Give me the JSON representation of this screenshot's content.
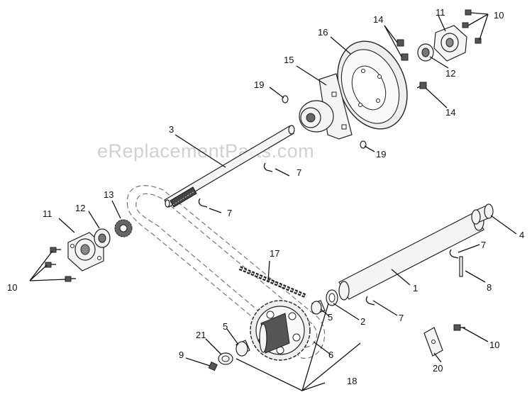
{
  "watermark": "eReplacementParts.com",
  "callouts": {
    "c1": "1",
    "c2": "2",
    "c3": "3",
    "c4": "4",
    "c5a": "5",
    "c5b": "5",
    "c6": "6",
    "c7a": "7",
    "c7b": "7",
    "c7c": "7",
    "c7d": "7",
    "c8": "8",
    "c9": "9",
    "c10a": "10",
    "c10b": "10",
    "c10c": "10",
    "c11a": "11",
    "c11b": "11",
    "c12a": "12",
    "c12b": "12",
    "c13": "13",
    "c14a": "14",
    "c14b": "14",
    "c15": "15",
    "c16": "16",
    "c17": "17",
    "c18": "18",
    "c19a": "19",
    "c19b": "19",
    "c20": "20",
    "c21": "21"
  }
}
